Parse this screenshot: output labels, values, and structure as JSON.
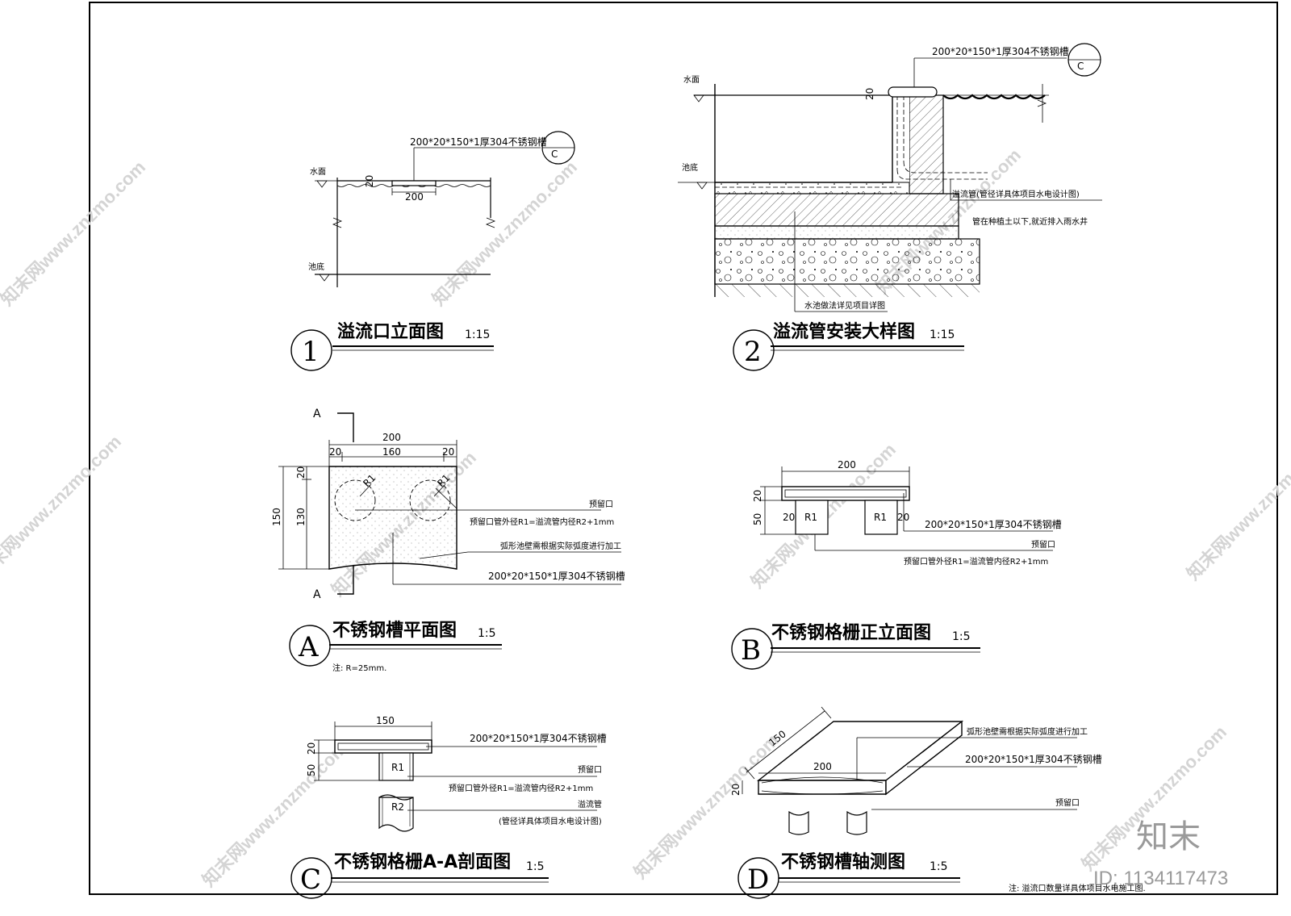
{
  "panels": {
    "p1": {
      "marker": "1",
      "title": "溢流口立面图",
      "scale": "1:15",
      "labels": {
        "water_surface": "水面",
        "pool_bottom": "池底",
        "spec": "200*20*150*1厚304不锈钢槽",
        "width": "200",
        "dim20": "20",
        "callout": "C"
      }
    },
    "p2": {
      "marker": "2",
      "title": "溢流管安装大样图",
      "scale": "1:15",
      "labels": {
        "water_surface": "水面",
        "pool_bottom": "池底",
        "spec": "200*20*150*1厚304不锈钢槽",
        "dim20": "20",
        "callout": "C",
        "pipe_note1": "溢流管(管径详具体项目水电设计图)",
        "pipe_note2": "管在种植土以下,就近排入雨水井",
        "pool_note": "水池做法详见项目详图"
      }
    },
    "pA": {
      "marker": "A",
      "title": "不锈钢槽平面图",
      "scale": "1:5",
      "note": "注: R=25mm.",
      "labels": {
        "section": "A",
        "d200": "200",
        "d20a": "20",
        "d160": "160",
        "d20b": "20",
        "d150": "150",
        "d20c": "20",
        "d130": "130",
        "r1a": "R1",
        "r1b": "R1",
        "n1": "预留口",
        "n2": "预留口管外径R1=溢流管内径R2+1mm",
        "n3": "弧形池壁需根据实际弧度进行加工",
        "n4": "200*20*150*1厚304不锈钢槽"
      }
    },
    "pB": {
      "marker": "B",
      "title": "不锈钢格栅正立面图",
      "scale": "1:5",
      "labels": {
        "d200": "200",
        "d20": "20",
        "d50": "50",
        "d20l": "20",
        "d20r": "20",
        "r1a": "R1",
        "r1b": "R1",
        "n1": "200*20*150*1厚304不锈钢槽",
        "n2": "预留口",
        "n3": "预留口管外径R1=溢流管内径R2+1mm"
      }
    },
    "pC": {
      "marker": "C",
      "title": "不锈钢格栅A-A剖面图",
      "scale": "1:5",
      "labels": {
        "d150": "150",
        "d20": "20",
        "d50": "50",
        "r1": "R1",
        "r2": "R2",
        "n1": "200*20*150*1厚304不锈钢槽",
        "n2": "预留口",
        "n3": "预留口管外径R1=溢流管内径R2+1mm",
        "n4": "溢流管",
        "n5": "(管径详具体项目水电设计图)"
      }
    },
    "pD": {
      "marker": "D",
      "title": "不锈钢槽轴测图",
      "scale": "1:5",
      "labels": {
        "d150": "150",
        "d200": "200",
        "d20": "20",
        "n1": "弧形池壁需根据实际弧度进行加工",
        "n2": "200*20*150*1厚304不锈钢槽",
        "n3": "预留口"
      }
    }
  },
  "footer_note": "注: 溢流口数量详具体项目水电施工图.",
  "watermark": {
    "text": "知末网www.znzmo.com",
    "brand": "知末",
    "image_id": "ID: 1134117473"
  }
}
